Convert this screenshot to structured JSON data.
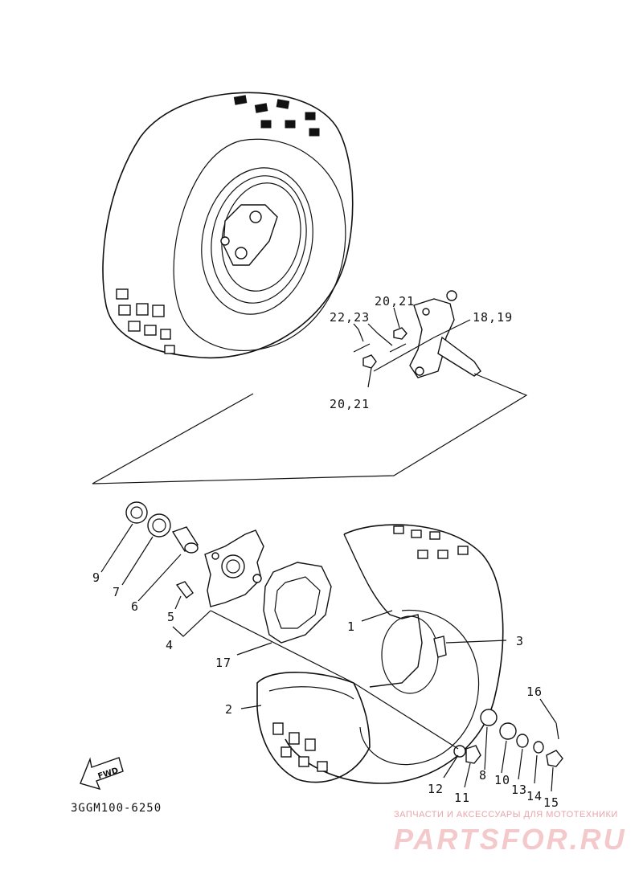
{
  "diagram": {
    "drawing_code": "3GGM100-6250",
    "fwd_label": "FWD",
    "watermark_top": "ЗАПЧАСТИ И АКСЕССУАРЫ ДЛЯ МОТОТЕХНИКИ",
    "watermark_brand": "PARTSFOR.RU",
    "callouts": [
      {
        "id": "c1",
        "text": "1"
      },
      {
        "id": "c2",
        "text": "2"
      },
      {
        "id": "c3",
        "text": "3"
      },
      {
        "id": "c4",
        "text": "4"
      },
      {
        "id": "c5",
        "text": "5"
      },
      {
        "id": "c6",
        "text": "6"
      },
      {
        "id": "c7",
        "text": "7"
      },
      {
        "id": "c8",
        "text": "8"
      },
      {
        "id": "c9",
        "text": "9"
      },
      {
        "id": "c10",
        "text": "10"
      },
      {
        "id": "c11",
        "text": "11"
      },
      {
        "id": "c12",
        "text": "12"
      },
      {
        "id": "c13",
        "text": "13"
      },
      {
        "id": "c14",
        "text": "14"
      },
      {
        "id": "c15",
        "text": "15"
      },
      {
        "id": "c16",
        "text": "16"
      },
      {
        "id": "c17",
        "text": "17"
      },
      {
        "id": "c1819",
        "text": "18,19"
      },
      {
        "id": "c2021a",
        "text": "20,21"
      },
      {
        "id": "c2223",
        "text": "22,23"
      },
      {
        "id": "c2021b",
        "text": "20,21"
      }
    ]
  }
}
